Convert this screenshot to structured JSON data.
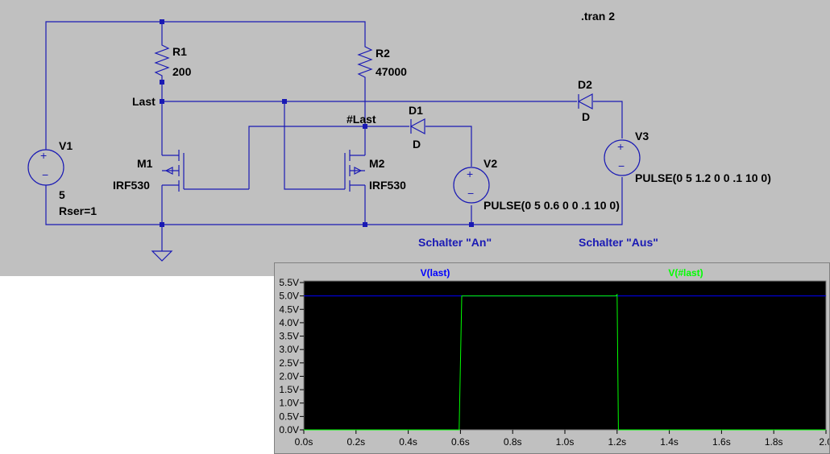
{
  "schematic": {
    "directive": ".tran 2",
    "components": {
      "v1": {
        "name": "V1",
        "value": "5",
        "extra": "Rser=1"
      },
      "r1": {
        "name": "R1",
        "value": "200"
      },
      "r2": {
        "name": "R2",
        "value": "47000"
      },
      "m1": {
        "name": "M1",
        "model": "IRF530"
      },
      "m2": {
        "name": "M2",
        "model": "IRF530"
      },
      "d1": {
        "name": "D1",
        "model": "D"
      },
      "d2": {
        "name": "D2",
        "model": "D"
      },
      "v2": {
        "name": "V2",
        "value": "PULSE(0 5 0.6 0 0 .1 10 0)"
      },
      "v3": {
        "name": "V3",
        "value": "PULSE(0 5 1.2 0 0 .1 10 0)"
      }
    },
    "net_labels": {
      "last": "Last",
      "not_last": "#Last"
    },
    "comments": {
      "switch_on": "Schalter \"An\"",
      "switch_off": "Schalter \"Aus\""
    },
    "colors": {
      "wire": "#1a1ab4",
      "background": "#c0c0c0"
    }
  },
  "chart_data": {
    "type": "line",
    "xlabel": "",
    "ylabel": "",
    "xlim": [
      0,
      2
    ],
    "ylim": [
      0,
      5.5
    ],
    "x_ticks": [
      "0.0s",
      "0.2s",
      "0.4s",
      "0.6s",
      "0.8s",
      "1.0s",
      "1.2s",
      "1.4s",
      "1.6s",
      "1.8s",
      "2.0s"
    ],
    "y_ticks": [
      "0.0V",
      "0.5V",
      "1.0V",
      "1.5V",
      "2.0V",
      "2.5V",
      "3.0V",
      "3.5V",
      "4.0V",
      "4.5V",
      "5.0V",
      "5.5V"
    ],
    "series": [
      {
        "name": "V(last)",
        "color": "#0000ff",
        "x": [
          0,
          2.0
        ],
        "y": [
          5.0,
          5.0
        ]
      },
      {
        "name": "V(#last)",
        "color": "#00ff00",
        "x": [
          0,
          0.595,
          0.605,
          1.195,
          1.2,
          1.205,
          2.0
        ],
        "y": [
          0.0,
          0.0,
          5.0,
          5.0,
          5.05,
          0.0,
          0.0
        ]
      }
    ],
    "grid": false,
    "legend": "top"
  }
}
